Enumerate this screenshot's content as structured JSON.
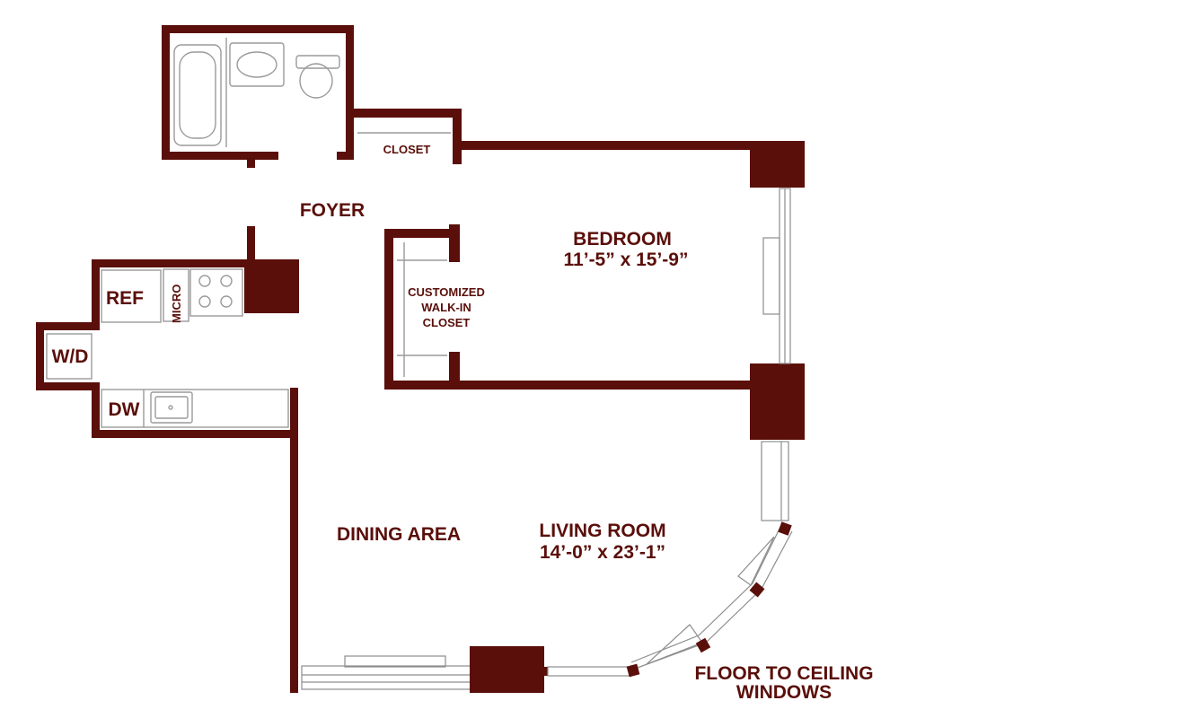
{
  "labels": {
    "closet": "CLOSET",
    "foyer": "FOYER",
    "bedroom": "BEDROOM",
    "bedroom_dim": "11’-5” x 15’-9”",
    "ref": "REF",
    "micro": "MICRO",
    "wd": "W/D",
    "dw": "DW",
    "walkin_1": "CUSTOMIZED",
    "walkin_2": "WALK-IN",
    "walkin_3": "CLOSET",
    "dining": "DINING AREA",
    "living": "LIVING ROOM",
    "living_dim": "14’-0” x 23’-1”",
    "windows_1": "FLOOR TO CEILING",
    "windows_2": "WINDOWS"
  },
  "colors": {
    "wall": "#5a0f0a",
    "fixture": "#9a9a9a"
  }
}
